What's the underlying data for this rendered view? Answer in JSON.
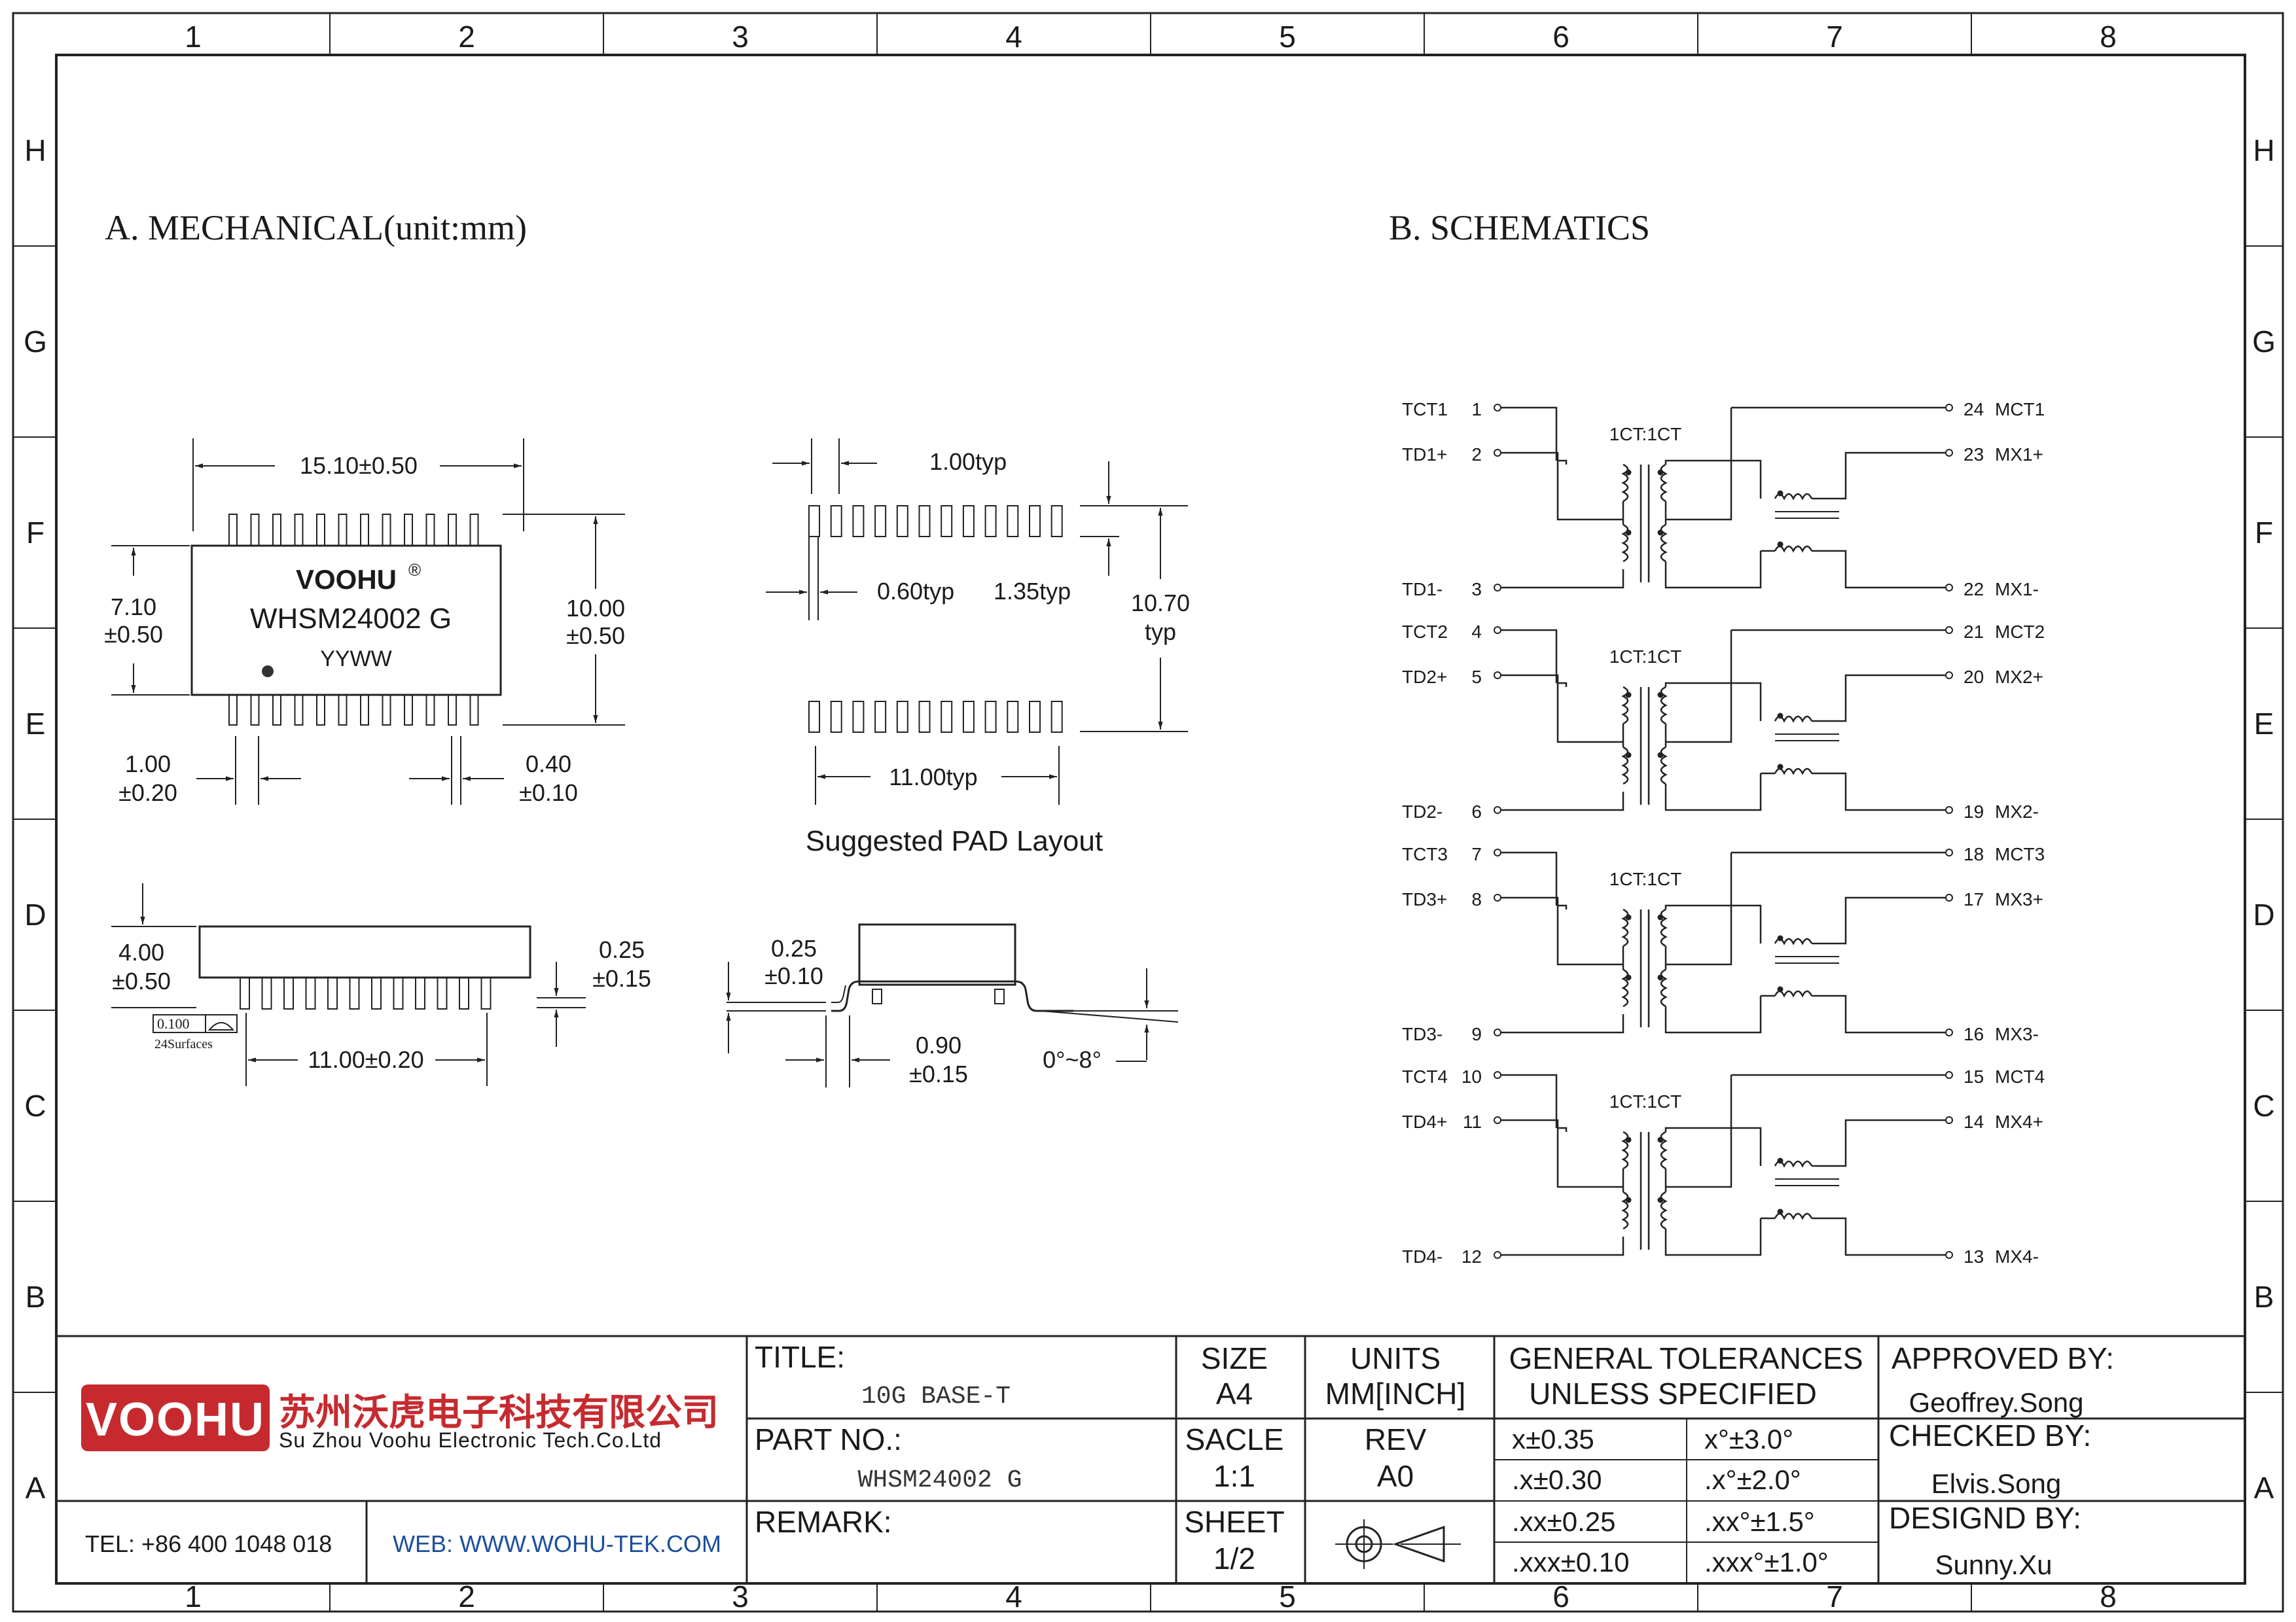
{
  "frame": {
    "columns": [
      "1",
      "2",
      "3",
      "4",
      "5",
      "6",
      "7",
      "8"
    ],
    "rows": [
      "H",
      "G",
      "F",
      "E",
      "D",
      "C",
      "B",
      "A"
    ]
  },
  "mechanical": {
    "heading": "A. MECHANICAL(unit:mm)",
    "brand": "VOOHU",
    "brand_reg": "®",
    "part": "WHSM24002 G",
    "date_code": "YYWW",
    "dim_length": "15.10±0.50",
    "dim_body_w_1": "7.10",
    "dim_body_w_2": "±0.50",
    "dim_overall_1": "10.00",
    "dim_overall_2": "±0.50",
    "dim_pitch_1": "1.00",
    "dim_pitch_2": "±0.20",
    "dim_lead_1": "0.40",
    "dim_lead_2": "±0.10",
    "dim_height_1": "4.00",
    "dim_height_2": "±0.50",
    "dim_stand_1": "0.25",
    "dim_stand_2": "±0.15",
    "dim_span": "11.00±0.20",
    "flatness_value": "0.100",
    "flatness_note": "24Surfaces",
    "dim_lead_thk_1": "0.25",
    "dim_lead_thk_2": "±0.10",
    "dim_foot_1": "0.90",
    "dim_foot_2": "±0.15",
    "dim_angle": "0°~8°"
  },
  "pad_layout": {
    "caption": "Suggested PAD Layout",
    "pitch": "1.00typ",
    "width": "0.60typ",
    "length": "1.35typ",
    "span_1": "10.70",
    "span_2": "typ",
    "row_len": "11.00typ"
  },
  "schematics": {
    "heading": "B. SCHEMATICS",
    "ratio": "1CT:1CT",
    "channels": [
      {
        "ct": "TCT1",
        "ct_pin": "1",
        "p": "TD1+",
        "p_pin": "2",
        "n": "TD1-",
        "n_pin": "3",
        "mct": "MCT1",
        "mct_pin": "24",
        "mp": "MX1+",
        "mp_pin": "23",
        "mn": "MX1-",
        "mn_pin": "22"
      },
      {
        "ct": "TCT2",
        "ct_pin": "4",
        "p": "TD2+",
        "p_pin": "5",
        "n": "TD2-",
        "n_pin": "6",
        "mct": "MCT2",
        "mct_pin": "21",
        "mp": "MX2+",
        "mp_pin": "20",
        "mn": "MX2-",
        "mn_pin": "19"
      },
      {
        "ct": "TCT3",
        "ct_pin": "7",
        "p": "TD3+",
        "p_pin": "8",
        "n": "TD3-",
        "n_pin": "9",
        "mct": "MCT3",
        "mct_pin": "18",
        "mp": "MX3+",
        "mp_pin": "17",
        "mn": "MX3-",
        "mn_pin": "16"
      },
      {
        "ct": "TCT4",
        "ct_pin": "10",
        "p": "TD4+",
        "p_pin": "11",
        "n": "TD4-",
        "n_pin": "12",
        "mct": "MCT4",
        "mct_pin": "15",
        "mp": "MX4+",
        "mp_pin": "14",
        "mn": "MX4-",
        "mn_pin": "13"
      }
    ]
  },
  "title_block": {
    "logo_text": "VOOHU",
    "company_cn": "苏州沃虎电子科技有限公司",
    "company_en": "Su Zhou Voohu Electronic Tech.Co.Ltd",
    "tel": "TEL: +86 400 1048 018",
    "web": "WEB: WWW.WOHU-TEK.COM",
    "title_label": "TITLE:",
    "title_value": "10G BASE-T",
    "partno_label": "PART NO.:",
    "partno_value": "WHSM24002 G",
    "remark_label": "REMARK:",
    "size_label": "SIZE",
    "size_value": "A4",
    "units_label": "UNITS",
    "units_value": "MM[INCH]",
    "scale_label": "SACLE",
    "scale_value": "1:1",
    "rev_label": "REV",
    "rev_value": "A0",
    "sheet_label": "SHEET",
    "sheet_value": "1/2",
    "tol_head_1": "GENERAL TOLERANCES",
    "tol_head_2": "UNLESS SPECIFIED",
    "tol": [
      [
        "x±0.35",
        "x°±3.0°"
      ],
      [
        ".x±0.30",
        ".x°±2.0°"
      ],
      [
        ".xx±0.25",
        ".xx°±1.5°"
      ],
      [
        ".xxx±0.10",
        ".xxx°±1.0°"
      ]
    ],
    "approved_label": "APPROVED BY:",
    "approved_value": "Geoffrey.Song",
    "checked_label": "CHECKED BY:",
    "checked_value": "Elvis.Song",
    "designed_label": "DESIGND BY:",
    "designed_value": "Sunny.Xu",
    "brand_red": "#c62a2f",
    "web_blue": "#1b4f9c"
  }
}
